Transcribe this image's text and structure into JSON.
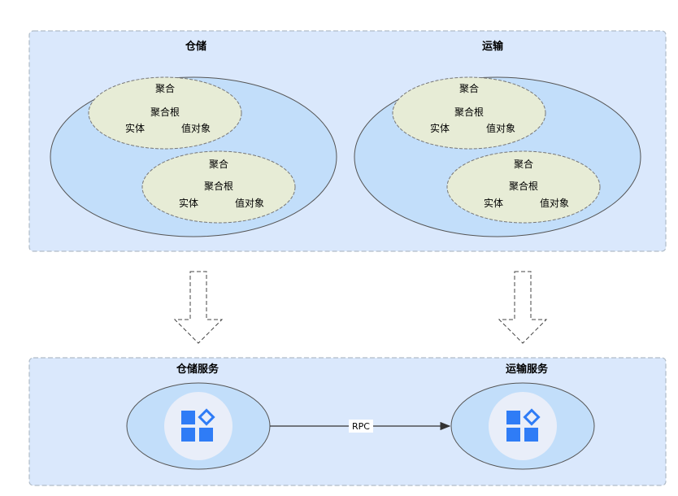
{
  "top_panel": {
    "contexts": [
      {
        "title": "仓储",
        "aggregates": [
          {
            "title": "聚合",
            "root": "聚合根",
            "entity": "实体",
            "value_object": "值对象"
          },
          {
            "title": "聚合",
            "root": "聚合根",
            "entity": "实体",
            "value_object": "值对象"
          }
        ]
      },
      {
        "title": "运输",
        "aggregates": [
          {
            "title": "聚合",
            "root": "聚合根",
            "entity": "实体",
            "value_object": "值对象"
          },
          {
            "title": "聚合",
            "root": "聚合根",
            "entity": "实体",
            "value_object": "值对象"
          }
        ]
      }
    ]
  },
  "bottom_panel": {
    "services": [
      {
        "title": "仓储服务",
        "icon": "app-grid-icon"
      },
      {
        "title": "运输服务",
        "icon": "app-grid-icon"
      }
    ],
    "connection": {
      "label": "RPC"
    }
  },
  "colors": {
    "panel_fill": "#dae8fc",
    "panel_stroke": "#b0bcc8",
    "context_fill": "#c2defa",
    "aggregate_fill": "#e7ecd6",
    "icon_blue": "#2f7cf6",
    "icon_bg": "#e9eef9"
  }
}
